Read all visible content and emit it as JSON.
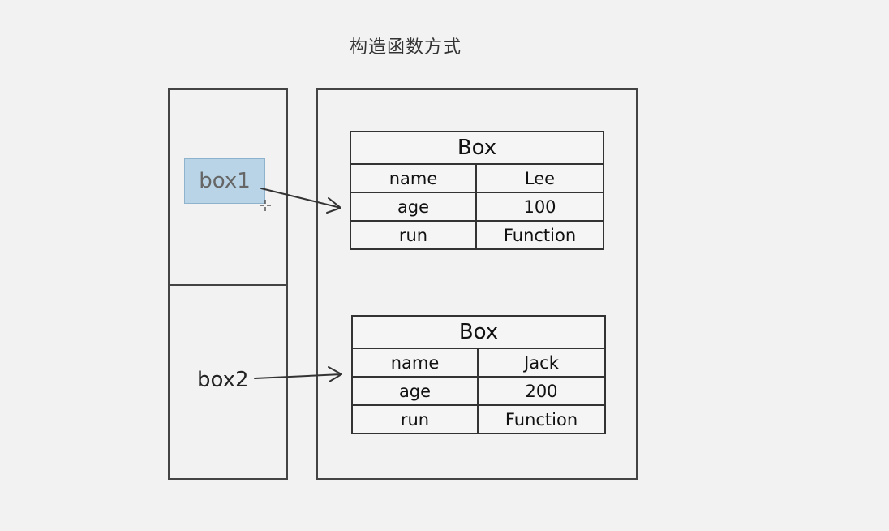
{
  "title": "构造函数方式",
  "stack": {
    "vars": [
      {
        "label": "box1"
      },
      {
        "label": "box2"
      }
    ]
  },
  "heap": {
    "objects": [
      {
        "name": "Box",
        "rows": [
          {
            "key": "name",
            "value": "Lee"
          },
          {
            "key": "age",
            "value": "100"
          },
          {
            "key": "run",
            "value": "Function"
          }
        ]
      },
      {
        "name": "Box",
        "rows": [
          {
            "key": "name",
            "value": "Jack"
          },
          {
            "key": "age",
            "value": "200"
          },
          {
            "key": "run",
            "value": "Function"
          }
        ]
      }
    ]
  },
  "colors": {
    "highlight": "#b8d4e6",
    "line": "#333333"
  }
}
